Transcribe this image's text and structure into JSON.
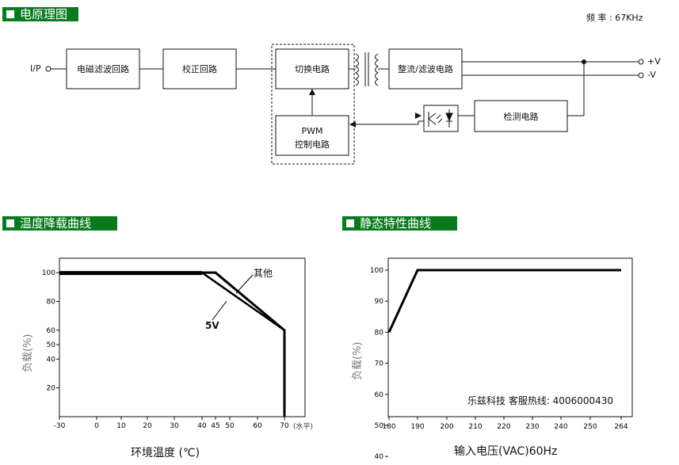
{
  "sections": {
    "block_diagram": "电原理图",
    "derating": "温度降载曲线",
    "static": "静态特性曲线"
  },
  "frequency": "频 率 : 67KHz",
  "diagram": {
    "input": "I/P",
    "emi": "电磁滤波回路",
    "pfc": "校正回路",
    "switch": "切换电路",
    "rectifier": "整流/滤波电路",
    "detect": "检测电路",
    "pwm_line1": "PWM",
    "pwm_line2": "控制电路",
    "out_pos": "+V",
    "out_neg": "-V"
  },
  "chart_data": [
    {
      "type": "line",
      "xlabel": "环境温度 (℃)",
      "ylabel": "负载(%)",
      "x_ticks": [
        "-30",
        "0",
        "10",
        "20",
        "30",
        "40",
        "45",
        "50",
        "60",
        "70"
      ],
      "x_unit": "(水平)",
      "y_ticks": [
        "100",
        "80",
        "60",
        "50",
        "40",
        "20"
      ],
      "xlim": [
        -30,
        80
      ],
      "ylim": [
        0,
        110
      ],
      "series": [
        {
          "name": "其他",
          "points": [
            [
              -30,
              100
            ],
            [
              45,
              100
            ],
            [
              70,
              60
            ],
            [
              70,
              0
            ]
          ]
        },
        {
          "name": "5V",
          "points": [
            [
              -30,
              100
            ],
            [
              40,
              100
            ],
            [
              70,
              60
            ],
            [
              70,
              0
            ]
          ]
        }
      ]
    },
    {
      "type": "line",
      "xlabel": "输入电压(VAC)60Hz",
      "ylabel": "负载(%)",
      "x_ticks": [
        "180",
        "190",
        "200",
        "210",
        "220",
        "230",
        "240",
        "250",
        "264"
      ],
      "y_ticks": [
        "100",
        "90",
        "80",
        "70",
        "60",
        "50",
        "40"
      ],
      "xlim": [
        180,
        264
      ],
      "ylim": [
        30,
        105
      ],
      "series": [
        {
          "points": [
            [
              180,
              80
            ],
            [
              190,
              100
            ],
            [
              264,
              100
            ]
          ]
        }
      ],
      "watermark": "乐兹科技 客服热线: 4006000430"
    }
  ]
}
